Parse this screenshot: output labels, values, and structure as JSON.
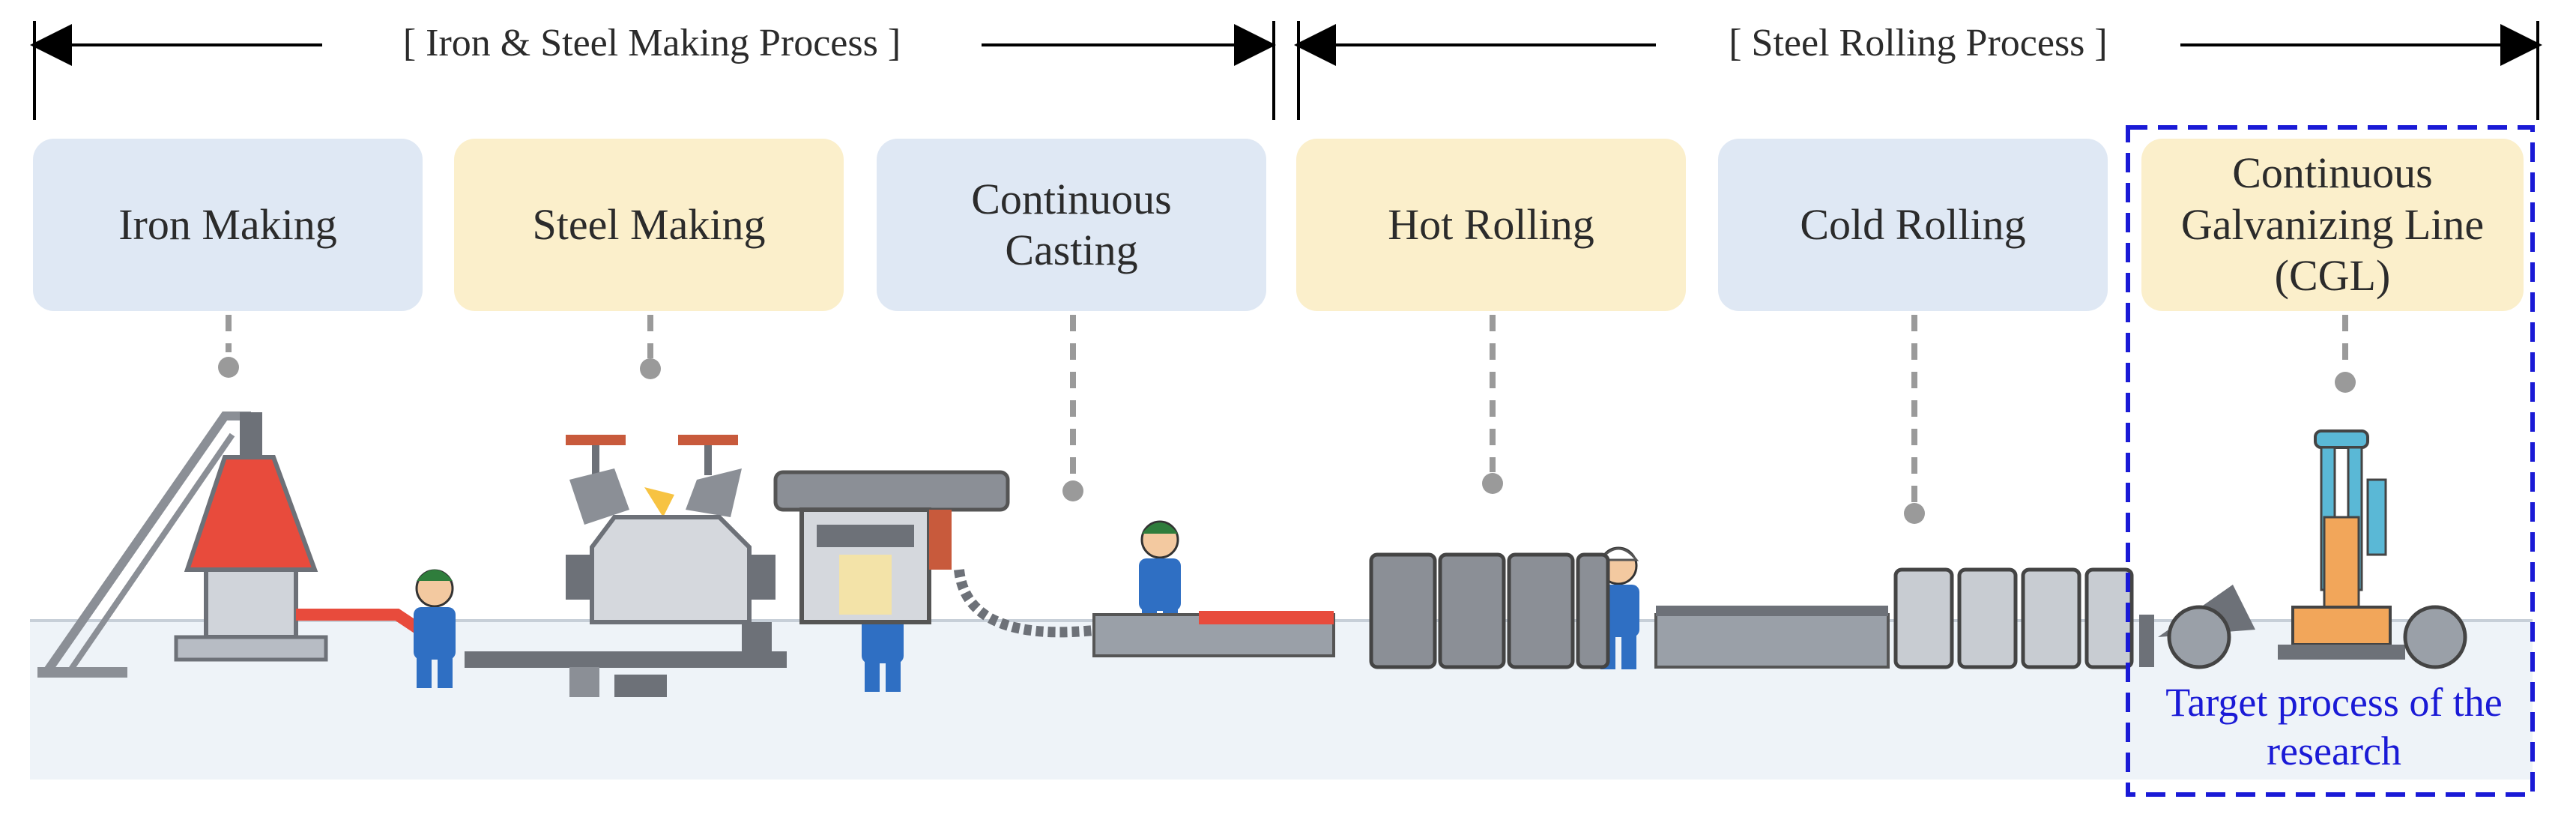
{
  "phases": [
    {
      "label": "[ Iron & Steel Making Process ]"
    },
    {
      "label": "[ Steel Rolling Process ]"
    }
  ],
  "steps": [
    {
      "label": "Iron Making",
      "color": "#dfe8f4"
    },
    {
      "label": "Steel Making",
      "color": "#fbefcb"
    },
    {
      "label": "Continuous Casting",
      "color": "#dfe8f4"
    },
    {
      "label": "Hot Rolling",
      "color": "#fbefcb"
    },
    {
      "label": "Cold Rolling",
      "color": "#dfe8f4"
    },
    {
      "label": "Continuous Galvanizing Line (CGL)",
      "color": "#fbefcb"
    }
  ],
  "target": {
    "label": "Target process of the research",
    "color": "#1a1ad6"
  },
  "colors": {
    "ground": "#eef3f8",
    "connector": "#9a9a9a",
    "arrow": "#000000"
  }
}
